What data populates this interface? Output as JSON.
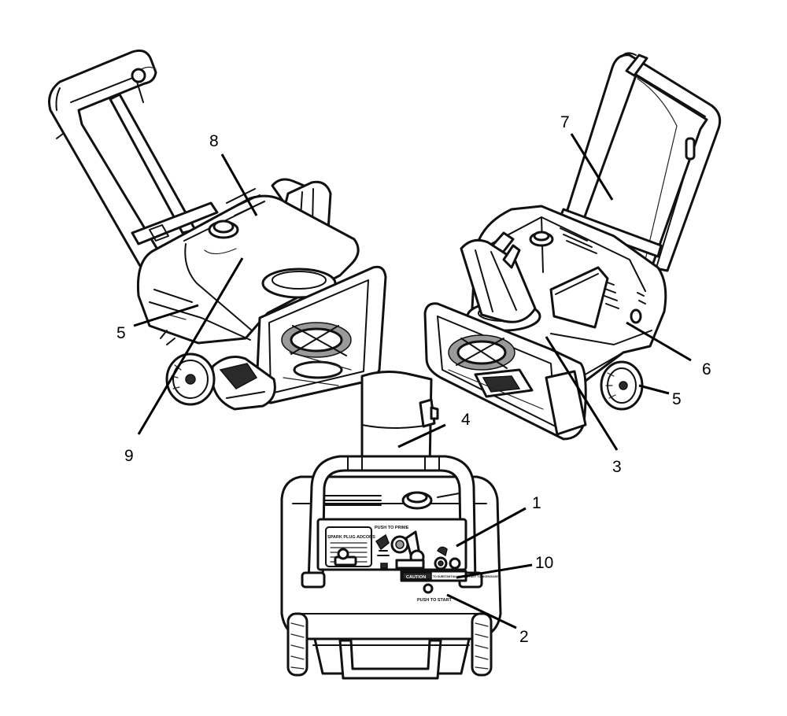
{
  "callouts": {
    "c1": "1",
    "c2": "2",
    "c3": "3",
    "c4": "4",
    "c5_left": "5",
    "c5_right": "5",
    "c6": "6",
    "c7": "7",
    "c8": "8",
    "c9": "9",
    "c10": "10"
  },
  "panel_labels": {
    "spark_plug": "SPARK PLUG ADCORS",
    "push_to_prime": "PUSH TO PRIME",
    "caution": "CAUTION",
    "caution_note": "TO SUBSTANTIALLY / PUSH KEY TO DISENGAGE",
    "push_to_start": "PUSH TO START"
  },
  "icons": [
    "snowthrower-left-view",
    "snowthrower-right-view",
    "snowthrower-rear-view",
    "fuel-cap-icon",
    "primer-button-icon",
    "choke-icon",
    "key-icon"
  ]
}
